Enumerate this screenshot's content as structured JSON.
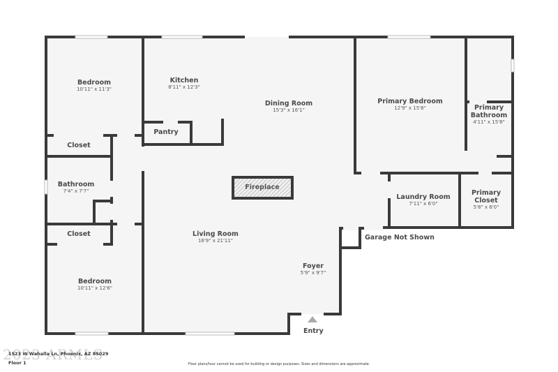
{
  "floor_plan": {
    "rooms": [
      {
        "name": "Bedroom",
        "dimensions": "10'11\" x 11'3\""
      },
      {
        "name": "Kitchen",
        "dimensions": "8'11\" x 12'3\""
      },
      {
        "name": "Dining Room",
        "dimensions": "15'3\" x 16'1\""
      },
      {
        "name": "Primary Bedroom",
        "dimensions": "12'9\" x 15'8\""
      },
      {
        "name": "Primary Bathroom",
        "name_line1": "Primary",
        "name_line2": "Bathroom",
        "dimensions": "4'11\" x 15'8\""
      },
      {
        "name": "Pantry"
      },
      {
        "name": "Closet"
      },
      {
        "name": "Bathroom",
        "dimensions": "7'4\" x 7'7\""
      },
      {
        "name": "Fireplace"
      },
      {
        "name": "Laundry Room",
        "dimensions": "7'11\" x 6'0\""
      },
      {
        "name": "Primary Closet",
        "name_line1": "Primary",
        "name_line2": "Closet",
        "dimensions": "5'8\" x 6'0\""
      },
      {
        "name": "Closet"
      },
      {
        "name": "Living Room",
        "dimensions": "16'9\" x 21'11\""
      },
      {
        "name": "Foyer",
        "dimensions": "5'9\" x 9'7\""
      },
      {
        "name": "Bedroom",
        "dimensions": "10'11\" x 12'6\""
      }
    ],
    "annotations": {
      "garage": "Garage Not Shown",
      "entry": "Entry"
    },
    "colors": {
      "wall": "#3a3a3a",
      "floor": "#f5f5f5",
      "label": "#4a4a4a"
    }
  },
  "footer": {
    "address": "1523 W Wahalla Ln, Phoenix, AZ 85029",
    "watermark": "2023 ARMLS",
    "floor": "Floor 1",
    "disclaimer": "Floor plans/tour cannot be used for building or design purposes. Sizes and dimensions are approximate."
  }
}
